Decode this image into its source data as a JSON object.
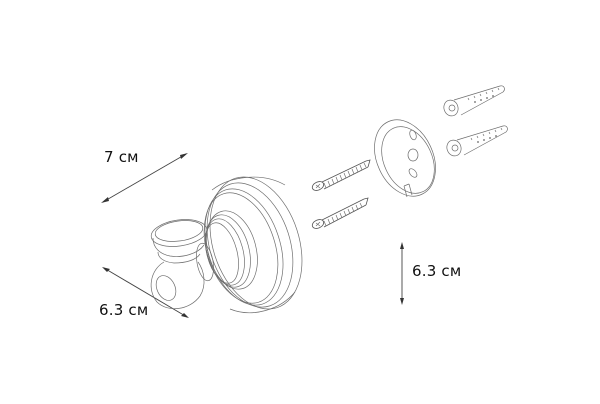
{
  "diagram": {
    "type": "exploded-product-view",
    "product": "robe hook",
    "parts": [
      {
        "name": "hook",
        "count": 1
      },
      {
        "name": "wood screw",
        "count": 2
      },
      {
        "name": "mounting plate",
        "count": 1
      },
      {
        "name": "wall plug",
        "count": 2
      }
    ],
    "dimensions": {
      "width": "7 см",
      "depth": "6.3 см",
      "height": "6.3 см"
    },
    "colors": {
      "line": "#6e6e6e",
      "dimension_line": "#444444",
      "text": "#111111",
      "background": "#ffffff"
    }
  }
}
